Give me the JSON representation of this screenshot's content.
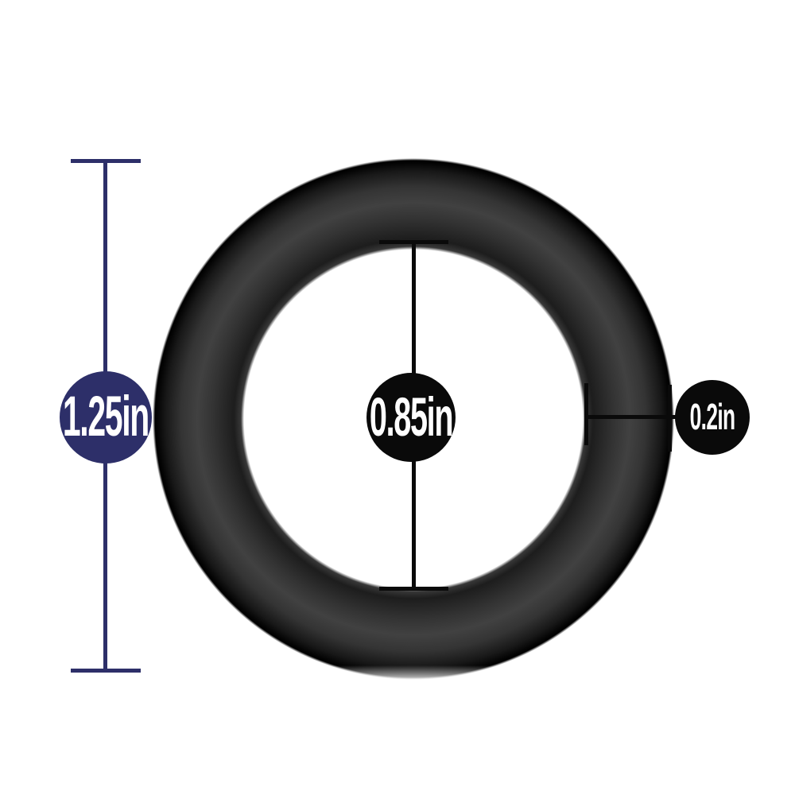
{
  "diagram": {
    "type": "product-dimension-diagram",
    "subject": "black ring shown face-on with measurement callouts",
    "background": "#ffffff"
  },
  "ring": {
    "color_edge": "#000000",
    "color_tube_highlight": "#414141",
    "color_inner_edge": "#1d1d1d"
  },
  "dimensions": {
    "outer": {
      "label": "1.25in",
      "badge_bg": "#2d2f69",
      "text_color": "#ffffff",
      "line_color": "#2d2f69"
    },
    "inner": {
      "label": "0.85in",
      "badge_bg": "#0a0a0a",
      "text_color": "#ffffff",
      "line_color": "#0a0a0a"
    },
    "thickness": {
      "label": "0.2in",
      "badge_bg": "#0a0a0a",
      "text_color": "#ffffff",
      "line_color": "#0a0a0a"
    }
  }
}
